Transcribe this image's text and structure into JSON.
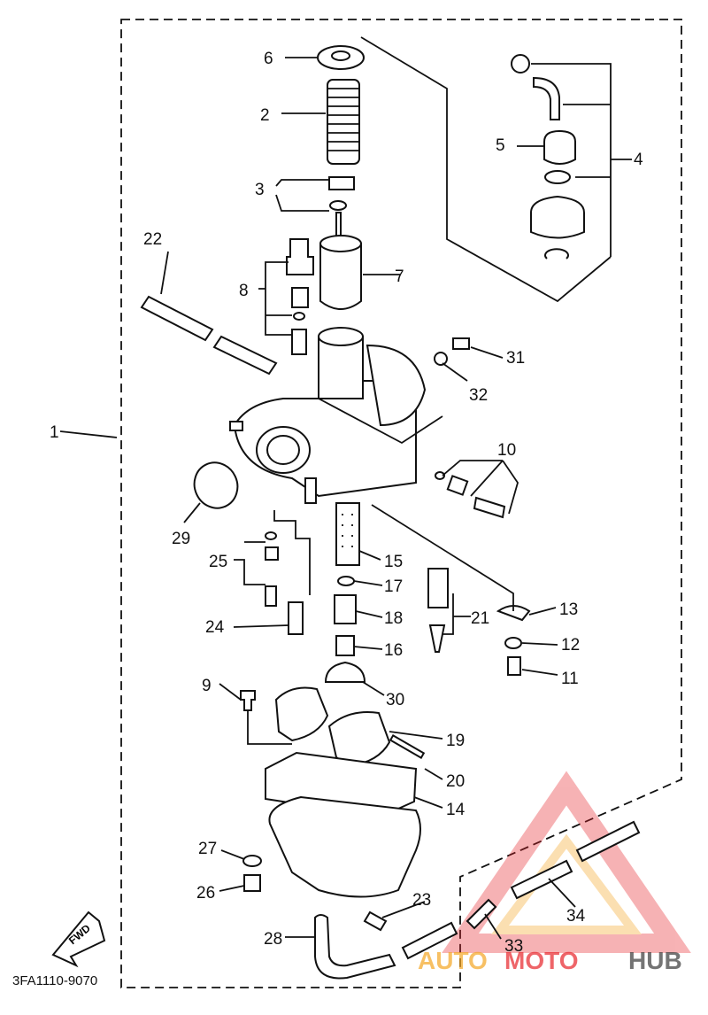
{
  "diagram": {
    "labels": [
      "1",
      "2",
      "3",
      "4",
      "5",
      "6",
      "7",
      "8",
      "9",
      "10",
      "11",
      "12",
      "13",
      "14",
      "15",
      "16",
      "17",
      "18",
      "19",
      "20",
      "21",
      "22",
      "23",
      "24",
      "25",
      "26",
      "27",
      "28",
      "29",
      "30",
      "31",
      "32",
      "33",
      "34"
    ],
    "drawing_code": "3FA1110-9070",
    "fwd_label": "FWD",
    "watermark": {
      "text_a": "AUTO",
      "text_b": "MOTO",
      "text_c": "HUB",
      "color_a": "#f5a623",
      "color_b": "#e8242b",
      "color_c": "#3a3a3a"
    }
  }
}
